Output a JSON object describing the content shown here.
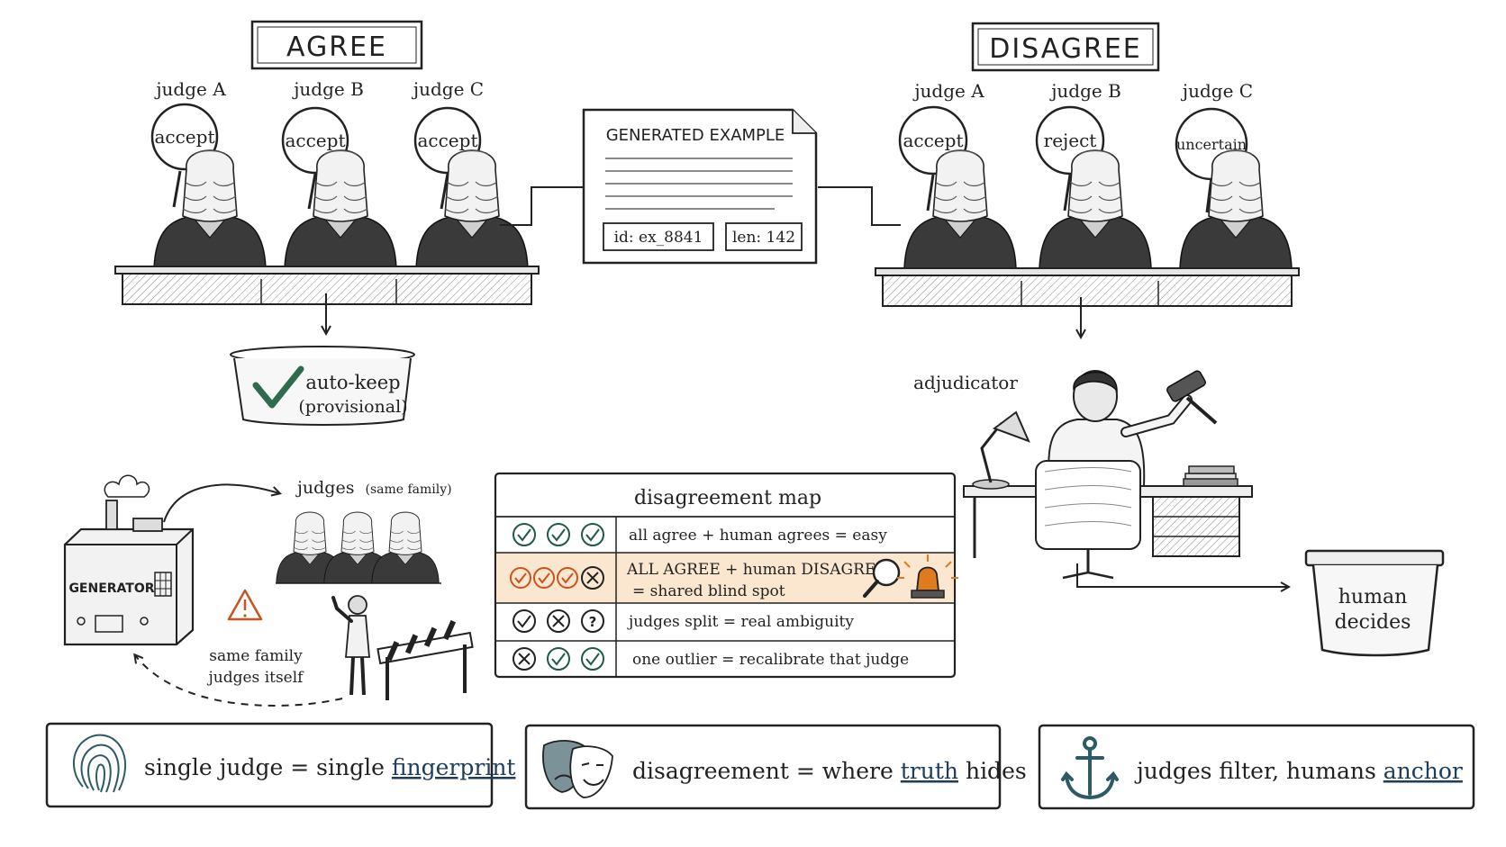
{
  "colors": {
    "green": "#1e5b45",
    "red": "#b8431d",
    "orange": "#c9531f",
    "navy": "#1d3d5c",
    "highlight": "#fbe7cf",
    "ink": "#222222",
    "teal": "#2d5a63"
  },
  "panels": {
    "agree": {
      "title": "AGREE",
      "judges": [
        {
          "label": "judge A",
          "verdict": "accept"
        },
        {
          "label": "judge B",
          "verdict": "accept"
        },
        {
          "label": "judge C",
          "verdict": "accept"
        }
      ],
      "outcome": {
        "line1": "auto-keep",
        "line2": "(provisional)"
      }
    },
    "disagree": {
      "title": "DISAGREE",
      "judges": [
        {
          "label": "judge A",
          "verdict": "accept"
        },
        {
          "label": "judge B",
          "verdict": "reject"
        },
        {
          "label": "judge C",
          "verdict": "uncertain"
        }
      ],
      "adjudicator_label": "adjudicator",
      "outcome": {
        "line1": "human",
        "line2": "decides"
      }
    }
  },
  "example": {
    "title": "GENERATED EXAMPLE",
    "id": "id: ex_8841",
    "len": "len: 142"
  },
  "generator": {
    "label": "GENERATOR",
    "judges_label": "judges",
    "judges_note": "(same family)",
    "warning_line1": "same family",
    "warning_line2": "judges itself"
  },
  "map": {
    "title": "disagreement map",
    "rows": [
      {
        "icons": [
          "check-icon",
          "check-icon",
          "check-icon"
        ],
        "text1": "all agree + human agrees = easy",
        "text2": "",
        "highlight": false
      },
      {
        "icons": [
          "check-icon",
          "check-icon",
          "check-icon",
          "x-icon"
        ],
        "text1": "ALL AGREE + human DISAGREES",
        "text2": "= shared blind spot",
        "highlight": true
      },
      {
        "icons": [
          "check-icon",
          "x-icon",
          "question-icon"
        ],
        "text1": "judges split = real ambiguity",
        "text2": "",
        "highlight": false
      },
      {
        "icons": [
          "x-icon",
          "check-icon",
          "check-icon"
        ],
        "text1": "one outlier = recalibrate that judge",
        "text2": "",
        "highlight": false
      }
    ]
  },
  "takeaways": [
    {
      "icon": "fingerprint-icon",
      "before": "single judge = single ",
      "underlined": "fingerprint",
      "after": ""
    },
    {
      "icon": "theater-masks-icon",
      "before": "disagreement = where ",
      "underlined": "truth",
      "after": " hides"
    },
    {
      "icon": "anchor-icon",
      "before": "judges filter, humans ",
      "underlined": "anchor",
      "after": ""
    }
  ]
}
